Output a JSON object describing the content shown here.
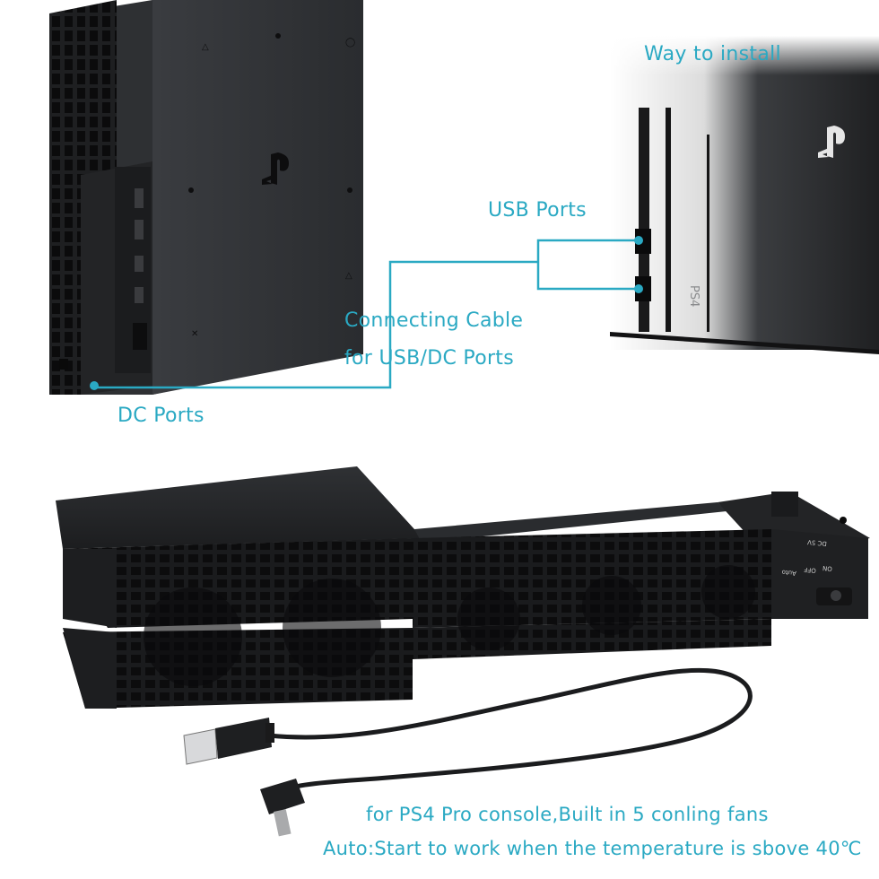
{
  "labels": {
    "way_to_install": "Way to install",
    "usb_ports": "USB Ports",
    "connecting_cable_line1": "Connecting Cable",
    "connecting_cable_line2": "for USB/DC Ports",
    "dc_ports": "DC Ports"
  },
  "caption": {
    "line1": "for PS4 Pro console,Built in 5 conling fans",
    "line2": "Auto:Start to work when the temperature is sbove 40℃"
  },
  "device_markings": {
    "dc_5v": "DC 5V",
    "switch_auto": "Auto",
    "switch_off": "OFF",
    "switch_on": "ON",
    "ps4_logo": "PS4"
  },
  "colors": {
    "accent": "#2aa9c3",
    "device_body": "#2b2d30",
    "device_dark": "#161718"
  }
}
